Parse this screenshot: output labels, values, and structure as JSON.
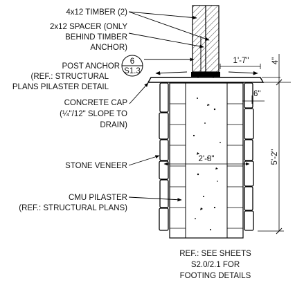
{
  "labels": {
    "timber": "4x12 TIMBER (2)",
    "spacer_1": "2x12 SPACER (ONLY",
    "spacer_2": "BEHIND TIMBER",
    "spacer_3": "ANCHOR)",
    "post_anchor": "POST ANCHOR",
    "post_ref_1": "(REF.: STRUCTURAL",
    "post_ref_2": "PLANS PILASTER DETAIL",
    "cap_1": "CONCRETE CAP",
    "cap_2": "(¼\"/12\" SLOPE TO",
    "cap_3": "DRAIN)",
    "veneer": "STONE VENEER",
    "cmu_1": "CMU PILASTER",
    "cmu_2": "(REF.: STRUCTURAL PLANS)",
    "footing_1": "REF.: SEE SHEETS",
    "footing_2": "S2.0/2.1 FOR",
    "footing_3": "FOOTING DETAILS"
  },
  "detail_callout": {
    "number": "6",
    "sheet": "S1.3"
  },
  "dimensions": {
    "cap_overhang": "1'-7\"",
    "cap_thickness": "4\"",
    "veneer_setback": "6\"",
    "core_width": "2'-8\"",
    "pilaster_height": "5'-2\""
  }
}
